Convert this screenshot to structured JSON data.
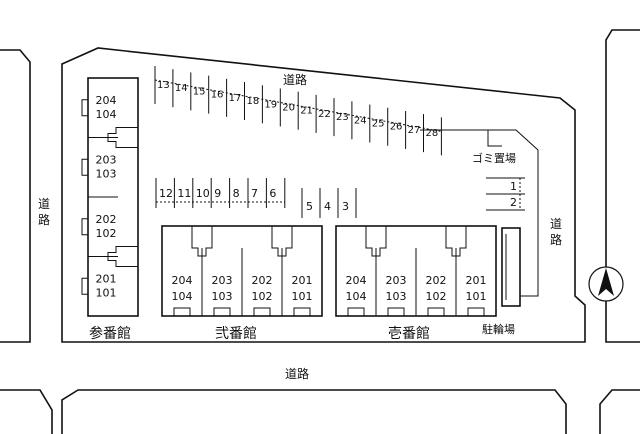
{
  "roads": {
    "top": "道路",
    "left": "道路",
    "right": "道路",
    "bottom": "道路"
  },
  "parking": {
    "upper_row": [
      "13",
      "14",
      "15",
      "16",
      "17",
      "18",
      "19",
      "20",
      "21",
      "22",
      "23",
      "24",
      "25",
      "26",
      "27",
      "28"
    ],
    "left_row": [
      "12",
      "11",
      "10",
      "9",
      "8",
      "7",
      "6"
    ],
    "middle_row": [
      "5",
      "4",
      "3"
    ],
    "bike_slots": [
      "1",
      "2"
    ]
  },
  "facilities": {
    "garbage": "ゴミ置場",
    "bicycle": "駐輪場"
  },
  "buildings": {
    "san": {
      "name": "参番館",
      "units": [
        [
          "204",
          "104"
        ],
        [
          "203",
          "103"
        ],
        [
          "202",
          "102"
        ],
        [
          "201",
          "101"
        ]
      ]
    },
    "ni": {
      "name": "弐番館",
      "units": [
        [
          "204",
          "104"
        ],
        [
          "203",
          "103"
        ],
        [
          "202",
          "102"
        ],
        [
          "201",
          "101"
        ]
      ]
    },
    "ichi": {
      "name": "壱番館",
      "units": [
        [
          "204",
          "104"
        ],
        [
          "203",
          "103"
        ],
        [
          "202",
          "102"
        ],
        [
          "201",
          "101"
        ]
      ]
    }
  }
}
